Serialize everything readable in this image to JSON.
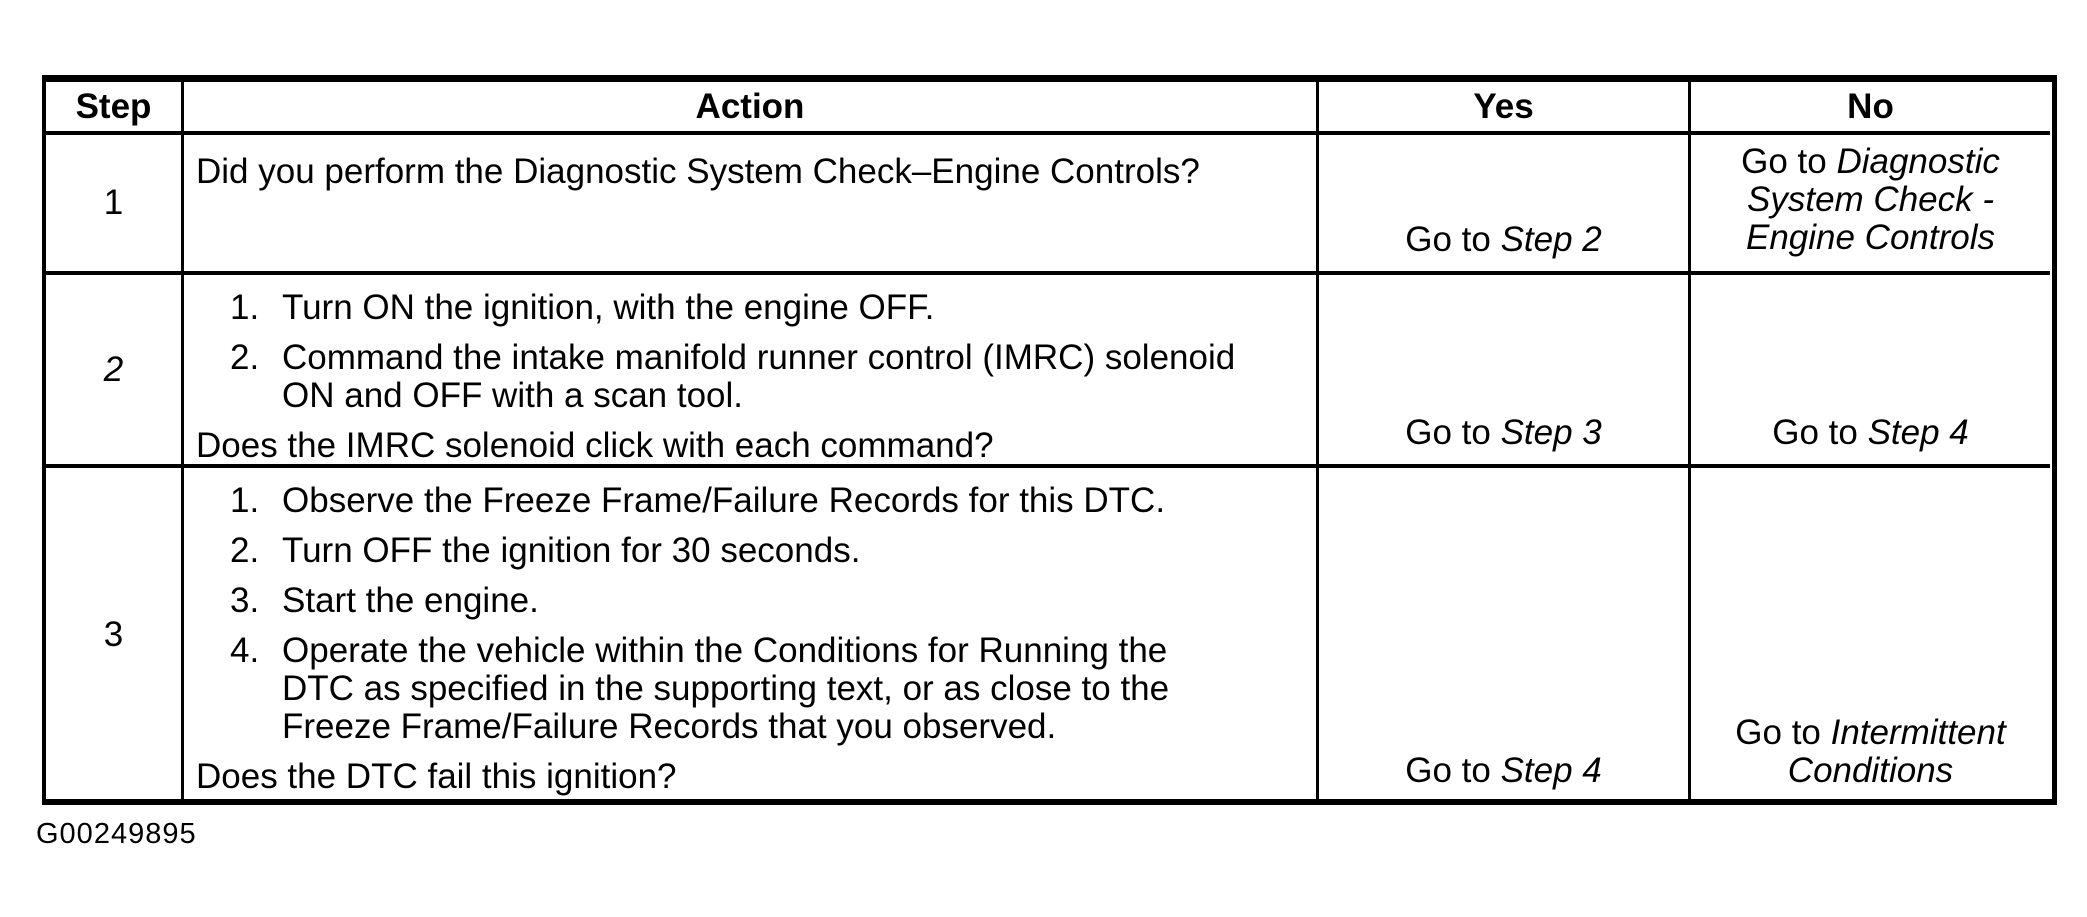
{
  "figure_id": "G00249895",
  "colors": {
    "ink": "#000000",
    "paper": "#ffffff"
  },
  "table": {
    "headers": {
      "step": "Step",
      "action": "Action",
      "yes": "Yes",
      "no": "No"
    },
    "rows": [
      {
        "step": "1",
        "action": {
          "question": "Did you perform the Diagnostic System Check–Engine Controls?",
          "items": []
        },
        "yes": {
          "prefix": "Go to ",
          "target": "Step 2"
        },
        "no": {
          "prefix": "Go to ",
          "target": "Diagnostic System Check - Engine Controls"
        }
      },
      {
        "step": "2",
        "action": {
          "items": [
            {
              "num": "1.",
              "text": "Turn ON the ignition, with the engine OFF."
            },
            {
              "num": "2.",
              "text": "Command the intake manifold runner control (IMRC) solenoid ON and OFF with a scan tool."
            }
          ],
          "question": "Does the IMRC solenoid click with each command?"
        },
        "yes": {
          "prefix": "Go to ",
          "target": "Step 3"
        },
        "no": {
          "prefix": "Go to ",
          "target": "Step 4"
        }
      },
      {
        "step": "3",
        "action": {
          "items": [
            {
              "num": "1.",
              "text": "Observe the Freeze Frame/Failure Records for this DTC."
            },
            {
              "num": "2.",
              "text": "Turn OFF the ignition for 30 seconds."
            },
            {
              "num": "3.",
              "text": "Start the engine."
            },
            {
              "num": "4.",
              "text": "Operate the vehicle within the Conditions for Running the DTC as specified in the supporting text, or as close to the Freeze Frame/Failure Records that you observed."
            }
          ],
          "question": "Does the DTC fail this ignition?"
        },
        "yes": {
          "prefix": "Go to ",
          "target": "Step 4"
        },
        "no": {
          "prefix": "Go to ",
          "target": "Intermittent Conditions"
        }
      }
    ]
  }
}
